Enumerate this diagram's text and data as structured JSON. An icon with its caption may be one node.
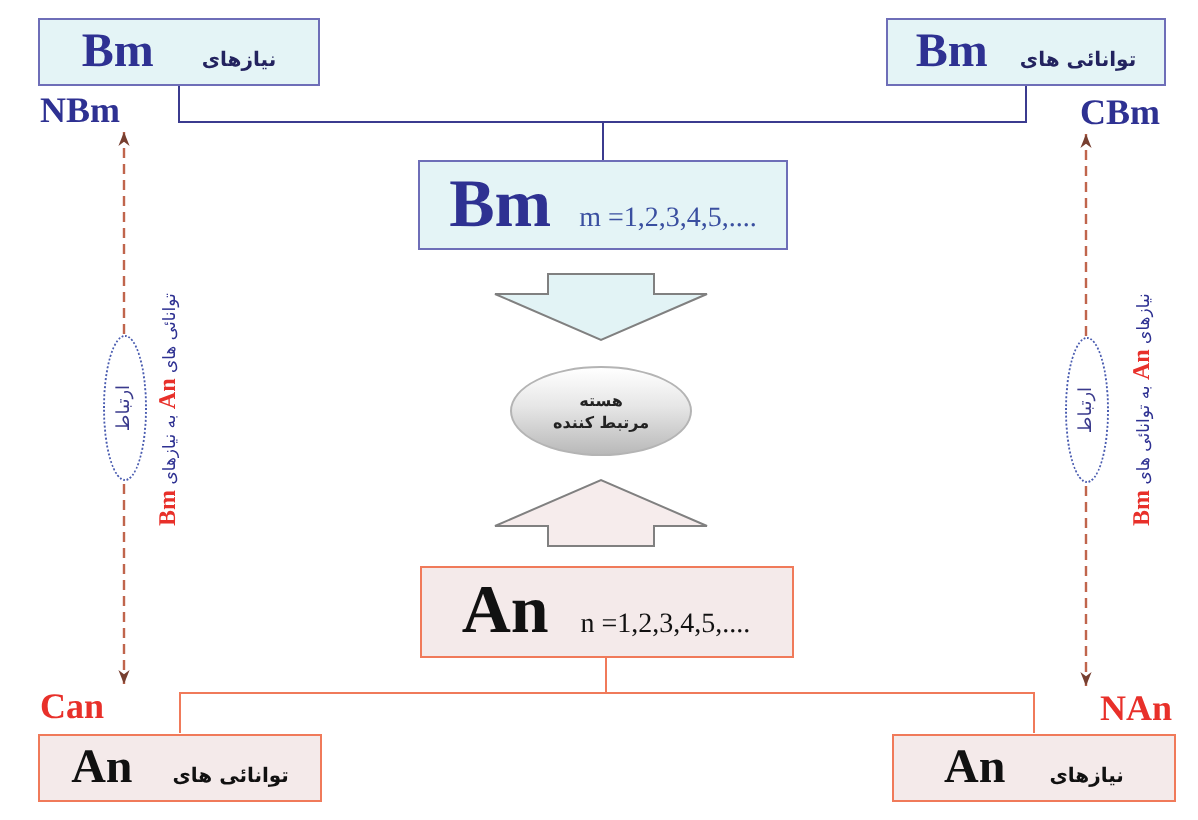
{
  "diagram": {
    "nodes": [
      {
        "text": [
          "نیازهای",
          "Bm"
        ]
      },
      {
        "text": [
          "توانائی های",
          "Bm"
        ]
      },
      {
        "text": [
          "m =1,2,3,4,5,....",
          "Bm"
        ]
      },
      {
        "text": [
          "هسته مرتبط کننده"
        ]
      },
      {
        "text": [
          "n =1,2,3,4,5,....",
          "An"
        ]
      },
      {
        "text": [
          "توانائی های",
          "An"
        ]
      },
      {
        "text": [
          "نیازهای",
          "An"
        ]
      },
      {
        "text": [
          "NBm"
        ]
      },
      {
        "text": [
          "CBm"
        ]
      },
      {
        "text": [
          "Can"
        ]
      },
      {
        "text": [
          "NAn"
        ]
      }
    ],
    "edges": [
      {
        "from": 2,
        "to": 0,
        "arrow": "none",
        "color": "#3b3b8f"
      },
      {
        "from": 2,
        "to": 1,
        "arrow": "none",
        "color": "#3b3b8f"
      },
      {
        "from": 4,
        "to": 5,
        "arrow": "none",
        "color": "#f07a5a"
      },
      {
        "from": 4,
        "to": 6,
        "arrow": "none",
        "color": "#f07a5a"
      },
      {
        "from": 2,
        "to": 3,
        "arrow": "to",
        "color": "#808080"
      },
      {
        "from": 4,
        "to": 3,
        "arrow": "to",
        "color": "#808080"
      },
      {
        "from": 7,
        "to": 9,
        "arrow": "both",
        "style": "dashed",
        "label": "ارتباط",
        "color": "#c0654d"
      },
      {
        "from": 8,
        "to": 10,
        "arrow": "both",
        "style": "dashed",
        "label": "ارتباط",
        "color": "#c0654d"
      }
    ],
    "labels": [
      "توانائی های **An** به نیازهای **Bm**",
      "نیازهای **An** به توانائی های **Bm**"
    ]
  }
}
